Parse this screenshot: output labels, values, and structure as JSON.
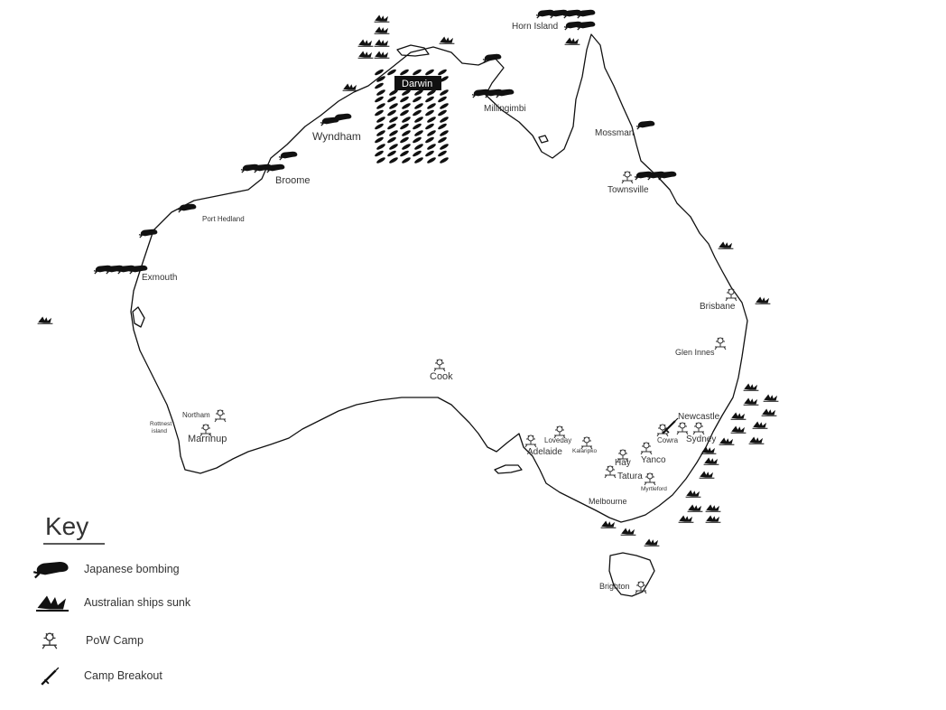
{
  "map": {
    "places": [
      {
        "name": "Darwin",
        "highlight": true
      },
      {
        "name": "Horn Island"
      },
      {
        "name": "Millingimbi"
      },
      {
        "name": "Wyndham"
      },
      {
        "name": "Broome"
      },
      {
        "name": "Port Hedland"
      },
      {
        "name": "Exmouth"
      },
      {
        "name": "Mossman"
      },
      {
        "name": "Townsville"
      },
      {
        "name": "Brisbane"
      },
      {
        "name": "Glen Innes"
      },
      {
        "name": "Cook"
      },
      {
        "name": "Northam"
      },
      {
        "name": "Rottnest Island"
      },
      {
        "name": "Marrinup"
      },
      {
        "name": "Newcastle"
      },
      {
        "name": "Cowra"
      },
      {
        "name": "Sydney"
      },
      {
        "name": "Loveday"
      },
      {
        "name": "Kalaripko"
      },
      {
        "name": "Adelaide"
      },
      {
        "name": "Hay"
      },
      {
        "name": "Yanco"
      },
      {
        "name": "Tatura"
      },
      {
        "name": "Myrtleford"
      },
      {
        "name": "Melbourne"
      },
      {
        "name": "Brighton"
      }
    ],
    "symbols": {
      "bomb": "japanese-bombing-icon",
      "ship": "ship-sunk-icon",
      "camp": "pow-camp-icon",
      "breakout": "camp-breakout-icon"
    }
  },
  "key": {
    "title": "Key",
    "items": [
      {
        "label": "Japanese bombing",
        "icon": "bomb-icon"
      },
      {
        "label": "Australian ships sunk",
        "icon": "ship-sunk-icon"
      },
      {
        "label": "PoW Camp",
        "icon": "pow-camp-icon"
      },
      {
        "label": "Camp Breakout",
        "icon": "sword-icon"
      }
    ]
  }
}
